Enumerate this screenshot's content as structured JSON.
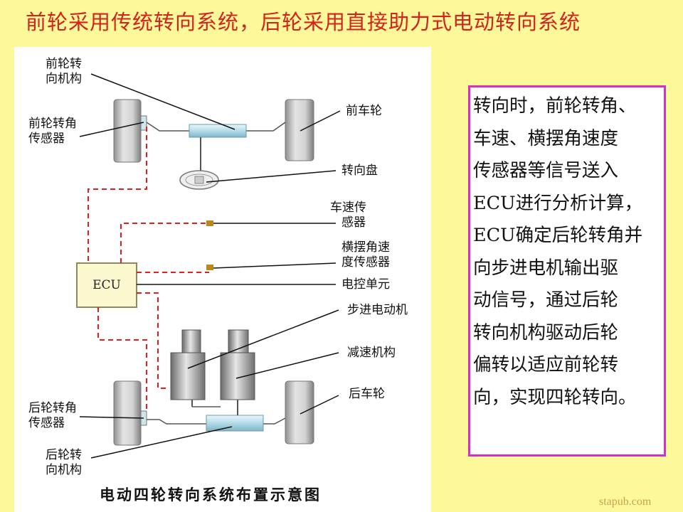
{
  "title": "前轮采用传统转向系统，后轮采用直接助力式电动转向系统",
  "diagram": {
    "labels": {
      "front_steer_mech": [
        "前轮转",
        "向机构"
      ],
      "front_angle_sensor": [
        "前轮转角",
        "传感器"
      ],
      "front_wheel": "前车轮",
      "steering_wheel": "转向盘",
      "speed_sensor": [
        "车速传",
        "感器"
      ],
      "yaw_sensor": [
        "横摆角速",
        "度传感器"
      ],
      "ecu_unit": "电控单元",
      "stepper_motor": "步进电动机",
      "reducer": "减速机构",
      "rear_wheel": "后车轮",
      "rear_angle_sensor": [
        "后轮转角",
        "传感器"
      ],
      "rear_steer_mech": [
        "后轮转",
        "向机构"
      ]
    },
    "ecu_text": "ECU",
    "caption": "电动四轮转向系统布置示意图"
  },
  "info_lines": [
    "转向时，前轮转角、",
    "车速、横摆角速度",
    "传感器等信号送入",
    "ECU进行分析计算，",
    "ECU确定后轮转角并",
    "向步进电机输出驱",
    "动信号，通过后轮",
    "转向机构驱动后轮",
    "偏转以适应前轮转",
    "向，实现四轮转向。"
  ],
  "watermark": "stapub.com",
  "colors": {
    "background": "#fdf89a",
    "title": "#d2231c",
    "info_border": "#d230c8",
    "signal_line": "#e02020",
    "watermark": "#c9a34a"
  }
}
